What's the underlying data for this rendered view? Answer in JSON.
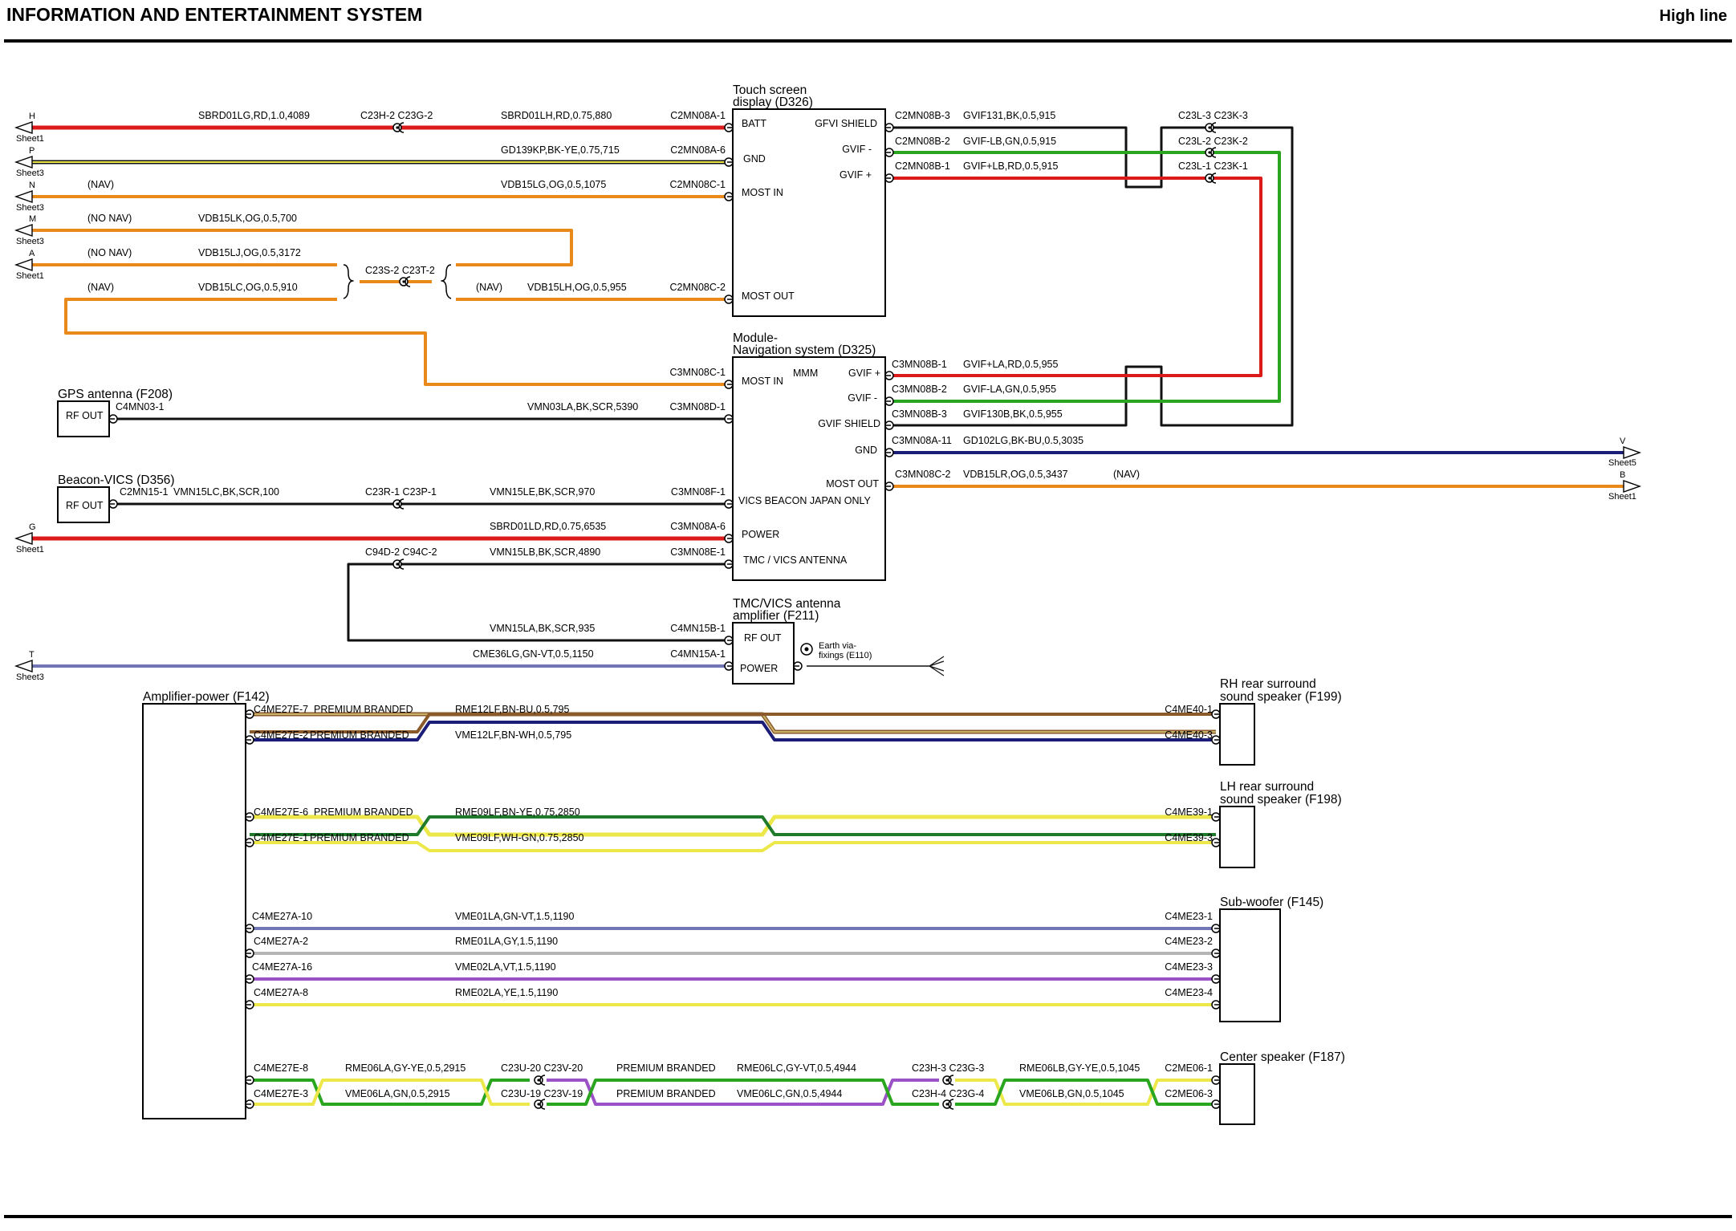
{
  "header": {
    "title": "INFORMATION AND ENTERTAINMENT SYSTEM",
    "variant": "High line"
  },
  "colors": {
    "red": "#dd1a1a",
    "orange": "#e8891a",
    "black": "#111111",
    "green": "#2aa51f",
    "navy": "#1b1d78",
    "purple": "#9a52c6",
    "yellow": "#ede84a",
    "grey": "#b5b5b5",
    "blueviolet": "#7376b5",
    "brown": "#8a5a2a",
    "darkgreen": "#1f7a2c",
    "brown_yellow": "#c9b26a"
  },
  "components": {
    "touch_screen": {
      "title1": "Touch screen",
      "title2": "display (D326)",
      "left_pins": [
        "BATT",
        "GND",
        "MOST IN",
        "MOST OUT"
      ],
      "right_pins": [
        "GFVI SHIELD",
        "GVIF -",
        "GVIF +"
      ]
    },
    "nav_module": {
      "title1": "Module-",
      "title2": "Navigation system (D325)",
      "left_pins": [
        "MOST IN",
        "VICS BEACON JAPAN ONLY",
        "POWER",
        "TMC / VICS ANTENNA"
      ],
      "mmm": "MMM",
      "right_pins": [
        "GVIF +",
        "GVIF -",
        "GVIF SHIELD",
        "GND",
        "MOST OUT"
      ]
    },
    "gps": {
      "title": "GPS antenna (F208)",
      "pin": "RF OUT"
    },
    "beacon": {
      "title": "Beacon-VICS (D356)",
      "pin": "RF OUT"
    },
    "tmc": {
      "title1": "TMC/VICS antenna",
      "title2": "amplifier (F211)",
      "pins": [
        "RF OUT",
        "POWER"
      ],
      "earth1": "Earth via-",
      "earth2": "fixings (E110)"
    },
    "amp": {
      "title": "Amplifier-power (F142)"
    },
    "rh_rear": {
      "title1": "RH rear surround",
      "title2": "sound speaker (F199)"
    },
    "lh_rear": {
      "title1": "LH rear surround",
      "title2": "sound speaker (F198)"
    },
    "subwoofer": {
      "title": "Sub-woofer (F145)"
    },
    "center": {
      "title": "Center speaker (F187)"
    }
  },
  "off_sheet": {
    "H": {
      "letter": "H",
      "sheet": "Sheet1"
    },
    "P": {
      "letter": "P",
      "sheet": "Sheet3"
    },
    "N": {
      "letter": "N",
      "sheet": "Sheet3"
    },
    "M": {
      "letter": "M",
      "sheet": "Sheet3"
    },
    "A": {
      "letter": "A",
      "sheet": "Sheet1"
    },
    "G": {
      "letter": "G",
      "sheet": "Sheet1"
    },
    "T": {
      "letter": "T",
      "sheet": "Sheet3"
    },
    "V": {
      "letter": "V",
      "sheet": "Sheet5"
    },
    "B": {
      "letter": "B",
      "sheet": "Sheet1"
    }
  },
  "labels": {
    "H": {
      "cable1": "SBRD01LG,RD,1.0,4089",
      "inline": "C23H-2 C23G-2",
      "cable2": "SBRD01LH,RD,0.75,880",
      "conn": "C2MN08A-1"
    },
    "P": {
      "cable": "GD139KP,BK-YE,0.75,715",
      "conn": "C2MN08A-6"
    },
    "N": {
      "note": "(NAV)",
      "cable": "VDB15LG,OG,0.5,1075",
      "conn": "C2MN08C-1"
    },
    "M": {
      "note": "(NO NAV)",
      "cable": "VDB15LK,OG,0.5,700"
    },
    "A": {
      "note": "(NO NAV)",
      "cable": "VDB15LJ,OG,0.5,3172"
    },
    "splice": {
      "label": "C23S-2 C23T-2"
    },
    "NAVin": {
      "note": "(NAV)",
      "cable": "VDB15LC,OG,0.5,910"
    },
    "MOSTOUT": {
      "note": "(NAV)",
      "cable": "VDB15LH,OG,0.5,955",
      "conn": "C2MN08C-2"
    },
    "D325MOSTIN": {
      "conn": "C3MN08C-1"
    },
    "GPS": {
      "conn1": "C4MN03-1",
      "cable": "VMN03LA,BK,SCR,5390",
      "conn2": "C3MN08D-1"
    },
    "BEACON": {
      "conn1": "C2MN15-1",
      "cable1": "VMN15LC,BK,SCR,100",
      "inline": "C23R-1 C23P-1",
      "cable2": "VMN15LE,BK,SCR,970",
      "conn2": "C3MN08F-1"
    },
    "G": {
      "cable": "SBRD01LD,RD,0.75,6535",
      "conn": "C3MN08A-6"
    },
    "TMC": {
      "inline": "C94D-2 C94C-2",
      "cable1": "VMN15LB,BK,SCR,4890",
      "conn1": "C3MN08E-1",
      "cable2": "VMN15LA,BK,SCR,935",
      "conn2": "C4MN15B-1"
    },
    "T": {
      "cable": "CME36LG,GN-VT,0.5,1150",
      "conn": "C4MN15A-1"
    },
    "GVIF_TS": [
      {
        "conn": "C2MN08B-3",
        "cable": "GVIF131,BK,0.5,915"
      },
      {
        "conn": "C2MN08B-2",
        "cable": "GVIF-LB,GN,0.5,915"
      },
      {
        "conn": "C2MN08B-1",
        "cable": "GVIF+LB,RD,0.5,915"
      }
    ],
    "GVIF_INLINE": [
      "C23L-3 C23K-3",
      "C23L-2 C23K-2",
      "C23L-1 C23K-1"
    ],
    "GVIF_NAV": [
      {
        "conn": "C3MN08B-1",
        "cable": "GVIF+LA,RD,0.5,955"
      },
      {
        "conn": "C3MN08B-2",
        "cable": "GVIF-LA,GN,0.5,955"
      },
      {
        "conn": "C3MN08B-3",
        "cable": "GVIF130B,BK,0.5,955"
      }
    ],
    "V": {
      "conn": "C3MN08A-11",
      "cable": "GD102LG,BK-BU,0.5,3035"
    },
    "B": {
      "conn": "C3MN08C-2",
      "cable": "VDB15LR,OG,0.5,3437",
      "note": "(NAV)"
    },
    "RH": [
      {
        "conn1": "C4ME27E-7",
        "note": "PREMIUM BRANDED",
        "cable": "RME12LF,BN-BU,0.5,795",
        "conn2": "C4ME40-1"
      },
      {
        "conn1": "C4ME27E-2",
        "note": "PREMIUM BRANDED",
        "cable": "VME12LF,BN-WH,0.5,795",
        "conn2": "C4ME40-3"
      }
    ],
    "LH": [
      {
        "conn1": "C4ME27E-6",
        "note": "PREMIUM BRANDED",
        "cable": "RME09LF,BN-YE,0.75,2850",
        "conn2": "C4ME39-1"
      },
      {
        "conn1": "C4ME27E-1",
        "note": "PREMIUM BRANDED",
        "cable": "VME09LF,WH-GN,0.75,2850",
        "conn2": "C4ME39-3"
      }
    ],
    "SUB": [
      {
        "conn1": "C4ME27A-10",
        "cable": "VME01LA,GN-VT,1.5,1190",
        "conn2": "C4ME23-1"
      },
      {
        "conn1": "C4ME27A-2",
        "cable": "RME01LA,GY,1.5,1190",
        "conn2": "C4ME23-2"
      },
      {
        "conn1": "C4ME27A-16",
        "cable": "VME02LA,VT,1.5,1190",
        "conn2": "C4ME23-3"
      },
      {
        "conn1": "C4ME27A-8",
        "cable": "RME02LA,YE,1.5,1190",
        "conn2": "C4ME23-4"
      }
    ],
    "CENTER": [
      {
        "conn1": "C4ME27E-8",
        "cable1": "RME06LA,GY-YE,0.5,2915",
        "inline1": "C23U-20 C23V-20",
        "note": "PREMIUM BRANDED",
        "cable2": "RME06LC,GY-VT,0.5,4944",
        "inline2": "C23H-3 C23G-3",
        "cable3": "RME06LB,GY-YE,0.5,1045",
        "conn2": "C2ME06-1"
      },
      {
        "conn1": "C4ME27E-3",
        "cable1": "VME06LA,GN,0.5,2915",
        "inline1": "C23U-19 C23V-19",
        "note": "PREMIUM BRANDED",
        "cable2": "VME06LC,GN,0.5,4944",
        "inline2": "C23H-4 C23G-4",
        "cable3": "VME06LB,GN,0.5,1045",
        "conn2": "C2ME06-3"
      }
    ]
  }
}
